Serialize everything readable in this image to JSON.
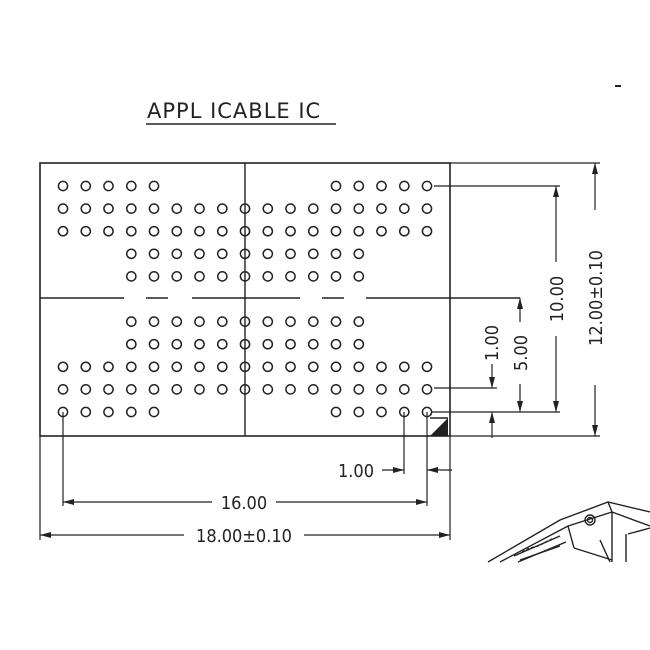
{
  "title": "APPL ICABLE IC",
  "dimensions": {
    "width_overall": "18.00±0.10",
    "height_overall": "12.00±0.10",
    "ball_span_x": "16.00",
    "ball_span_y": "10.00",
    "half_span_y": "5.00",
    "pitch_y": "1.00",
    "pitch_x": "1.00"
  },
  "ball_rows": [
    [
      0,
      1,
      2,
      3,
      4,
      12,
      13,
      14,
      15,
      16
    ],
    [
      0,
      1,
      2,
      3,
      4,
      5,
      6,
      7,
      8,
      9,
      10,
      11,
      12,
      13,
      14,
      15,
      16
    ],
    [
      0,
      1,
      2,
      3,
      4,
      5,
      6,
      7,
      8,
      9,
      10,
      11,
      12,
      13,
      14,
      15,
      16
    ],
    [
      3,
      4,
      5,
      6,
      7,
      8,
      9,
      10,
      11,
      12,
      13
    ],
    [
      3,
      4,
      5,
      6,
      7,
      8,
      9,
      10,
      11,
      12,
      13
    ],
    [],
    [
      3,
      4,
      5,
      6,
      7,
      8,
      9,
      10,
      11,
      12,
      13
    ],
    [
      3,
      4,
      5,
      6,
      7,
      8,
      9,
      10,
      11,
      12,
      13
    ],
    [
      0,
      1,
      2,
      3,
      4,
      5,
      6,
      7,
      8,
      9,
      10,
      11,
      12,
      13,
      14,
      15,
      16
    ],
    [
      0,
      1,
      2,
      3,
      4,
      5,
      6,
      7,
      8,
      9,
      10,
      11,
      12,
      13,
      14,
      15,
      16
    ],
    [
      0,
      1,
      2,
      3,
      4,
      12,
      13,
      14,
      15,
      16
    ]
  ]
}
